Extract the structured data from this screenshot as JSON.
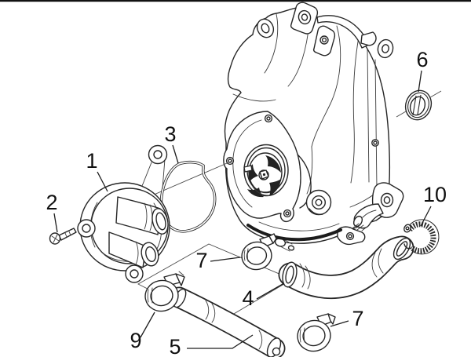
{
  "figure": {
    "background": "#ffffff",
    "line_color": "#262626",
    "label_color": "#101010"
  },
  "callouts": [
    {
      "label": "1"
    },
    {
      "label": "2"
    },
    {
      "label": "3"
    },
    {
      "label": "4"
    },
    {
      "label": "5"
    },
    {
      "label": "6"
    },
    {
      "label": "7"
    },
    {
      "label": "7"
    },
    {
      "label": "9"
    },
    {
      "label": "10"
    }
  ]
}
